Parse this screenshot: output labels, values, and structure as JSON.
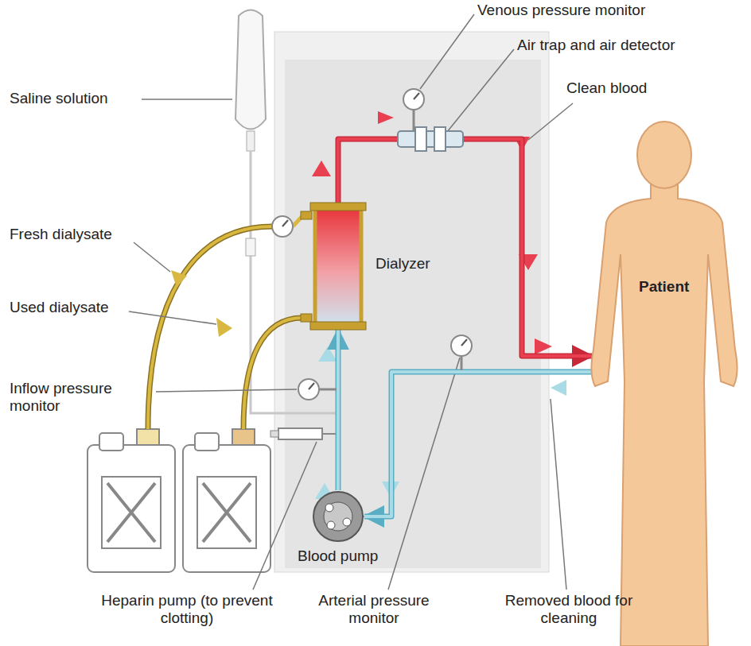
{
  "diagram": {
    "nodes": [
      {
        "text": [
          "Dialyzer"
        ]
      },
      {
        "text": [
          "Blood pump"
        ]
      },
      {
        "text": [
          "Patient"
        ]
      }
    ],
    "edges": [
      {
        "from": 2,
        "to": 1,
        "arrow": "to"
      },
      {
        "from": 1,
        "to": 0,
        "arrow": "to"
      },
      {
        "from": 0,
        "to": 2,
        "arrow": "to"
      }
    ],
    "labels": [
      "Venous pressure monitor",
      "Air trap and air detector",
      "Saline solution",
      "Clean blood",
      "Fresh dialysate",
      "Used dialysate",
      "Inflow pressure monitor",
      "Heparin pump (to prevent clotting)",
      "Arterial pressure monitor",
      "Removed blood for cleaning"
    ]
  }
}
